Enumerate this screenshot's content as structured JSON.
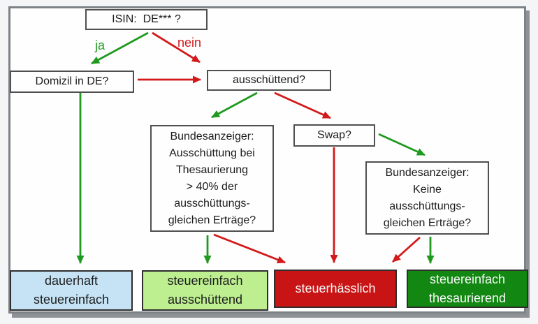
{
  "colors": {
    "yes": "#1f9a1f",
    "no": "#d31919",
    "resultBlue": "#c5e3f5",
    "resultLightGreen": "#bdee90",
    "resultRed": "#c81414",
    "resultDarkGreen": "#128712",
    "frameBorder": "#7d8286",
    "frameShadow": "#8e9297",
    "nodeBorder": "#4f4f4f"
  },
  "labels": {
    "yes": "ja",
    "no": "nein"
  },
  "nodes": {
    "isin": "ISIN:  DE*** ?",
    "domizil": "Domizil in DE?",
    "ausschuettend": "ausschüttend?",
    "swap": "Swap?",
    "bundesanzeiger_ausschuettung": [
      "Bundesanzeiger:",
      "Ausschüttung bei",
      "Thesaurierung",
      "> 40% der",
      "ausschüttungs-",
      "gleichen Erträge?"
    ],
    "bundesanzeiger_keine": [
      "Bundesanzeiger:",
      "Keine",
      "ausschüttungs-",
      "gleichen Erträge?"
    ],
    "dauerhaft_steuereinfach": [
      "dauerhaft",
      "steuereinfach"
    ],
    "steuereinfach_ausschuettend": [
      "steuereinfach",
      "ausschüttend"
    ],
    "steuerhaesslich": "steuerhässlich",
    "steuereinfach_thesaurierend": [
      "steuereinfach",
      "thesaurierend"
    ]
  }
}
